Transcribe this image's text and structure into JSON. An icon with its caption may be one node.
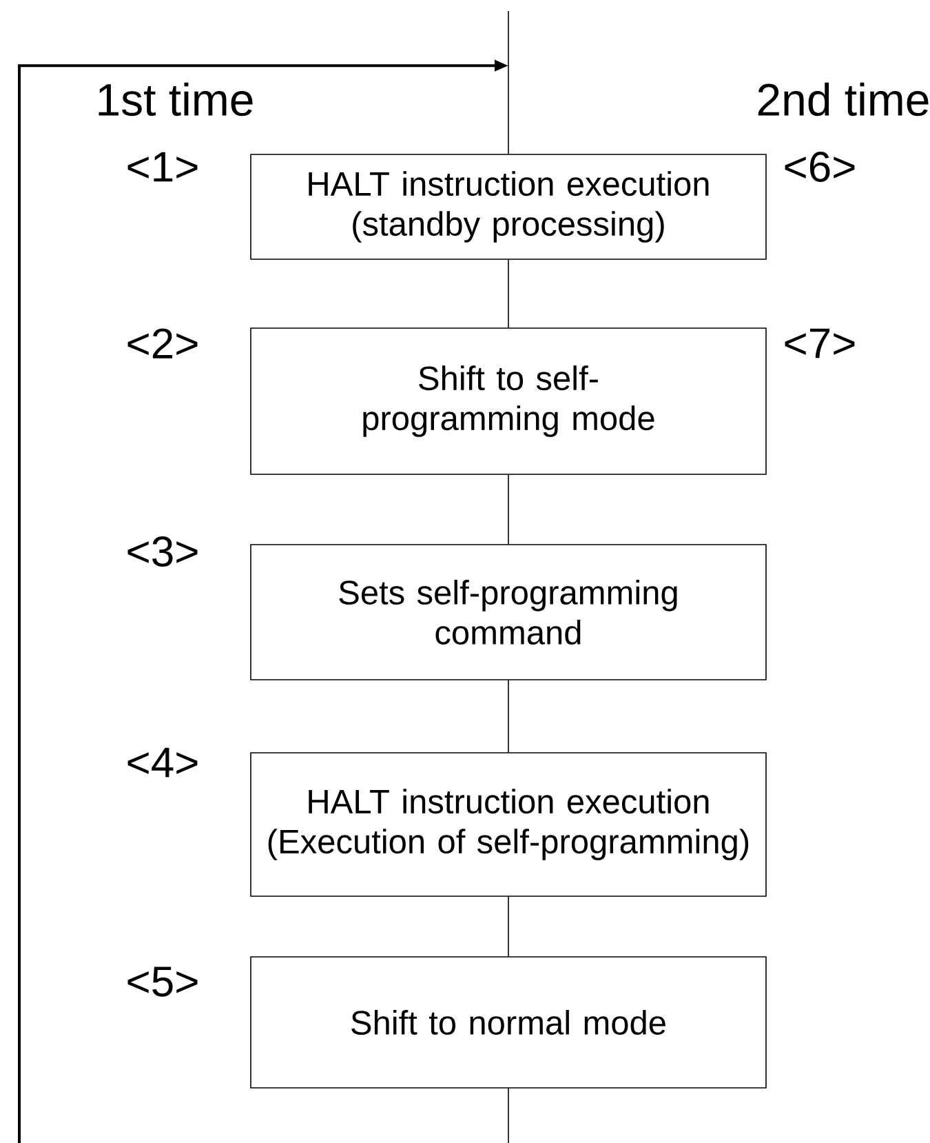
{
  "diagram": {
    "nodes": [
      {
        "text": [
          "HALT instruction execution (standby processing)"
        ]
      },
      {
        "text": [
          "Shift to self-programming mode"
        ]
      },
      {
        "text": [
          "Sets self-programming command"
        ]
      },
      {
        "text": [
          "HALT instruction execution (Execution of self-programming)"
        ]
      },
      {
        "text": [
          "Shift to normal mode"
        ]
      }
    ],
    "edges": [
      {
        "from": null,
        "to": 0,
        "arrow": "none"
      },
      {
        "from": 0,
        "to": 1,
        "arrow": "none"
      },
      {
        "from": 1,
        "to": 2,
        "arrow": "none"
      },
      {
        "from": 2,
        "to": 3,
        "arrow": "none"
      },
      {
        "from": 3,
        "to": 4,
        "arrow": "none"
      },
      {
        "from": 4,
        "to": null,
        "arrow": "none"
      },
      {
        "from": null,
        "to": 0,
        "arrow": "to"
      }
    ],
    "labels": [
      "1st time",
      "2nd time",
      "<1>",
      "<6>",
      "<2>",
      "<7>",
      "<3>",
      "<4>",
      "<5>"
    ]
  }
}
